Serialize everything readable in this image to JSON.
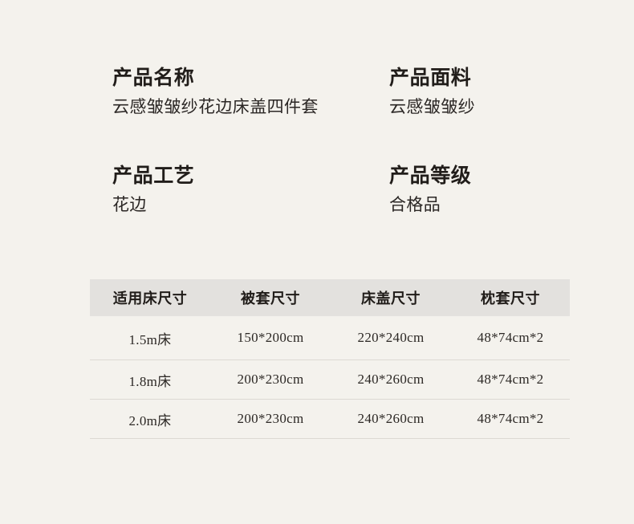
{
  "theme": {
    "background": "#F4F2ED",
    "text": "#231F1C",
    "table_header_background": "#E3E1DE",
    "table_row_divider": "#DCD9D3"
  },
  "specs": [
    {
      "label": "产品名称",
      "value": "云感皱皱纱花边床盖四件套"
    },
    {
      "label": "产品面料",
      "value": "云感皱皱纱"
    },
    {
      "label": "产品工艺",
      "value": "花边"
    },
    {
      "label": "产品等级",
      "value": "合格品"
    }
  ],
  "size_table": {
    "headers": [
      "适用床尺寸",
      "被套尺寸",
      "床盖尺寸",
      "枕套尺寸"
    ],
    "rows": [
      [
        "1.5m床",
        "150*200cm",
        "220*240cm",
        "48*74cm*2"
      ],
      [
        "1.8m床",
        "200*230cm",
        "240*260cm",
        "48*74cm*2"
      ],
      [
        "2.0m床",
        "200*230cm",
        "240*260cm",
        "48*74cm*2"
      ]
    ]
  }
}
